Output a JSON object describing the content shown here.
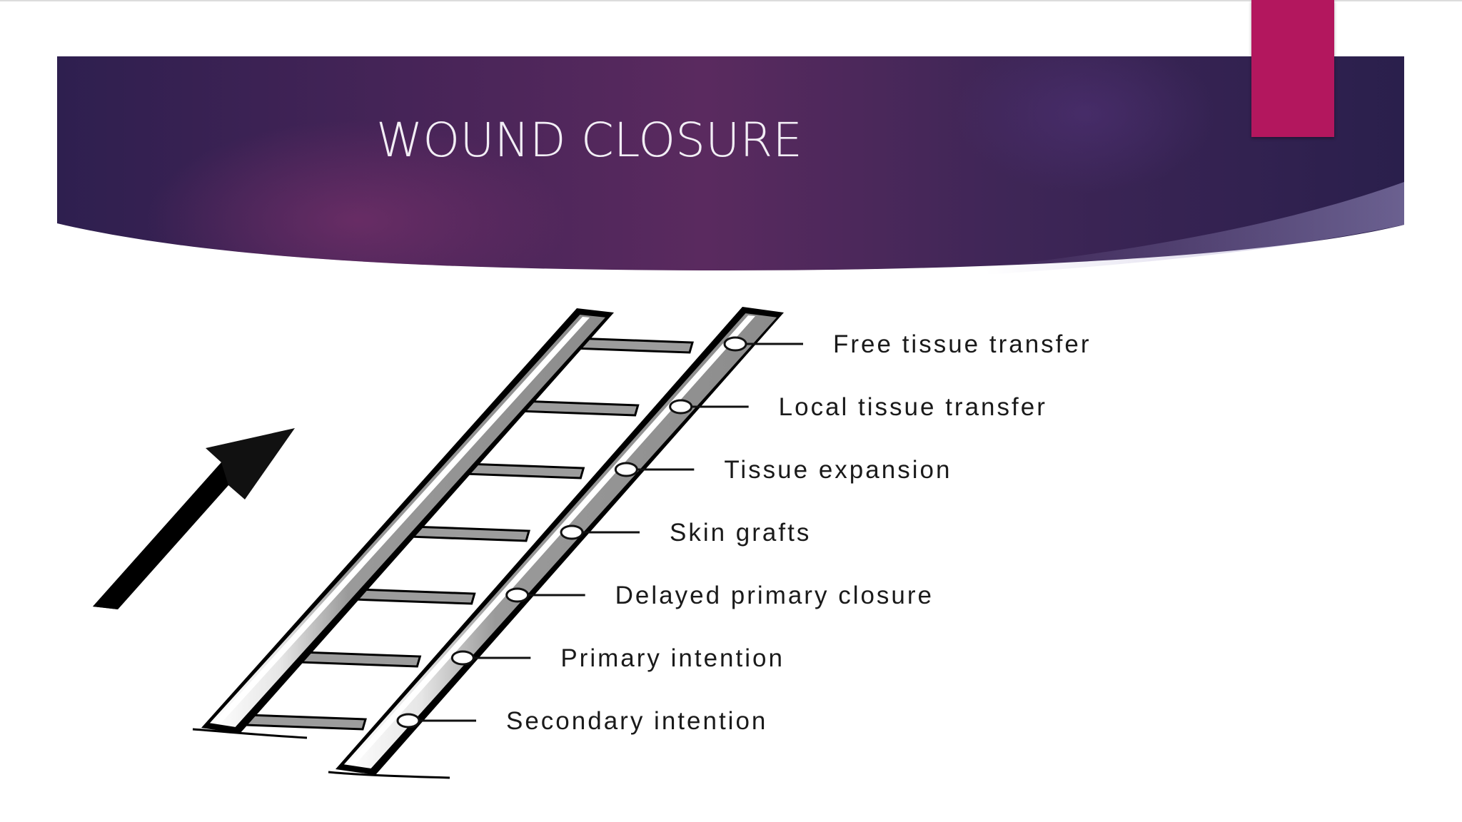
{
  "slide": {
    "title": "WOUND CLOSURE"
  },
  "ladder": {
    "direction_icon": "arrow-up-right-icon",
    "rungs": [
      "Free tissue transfer",
      "Local tissue transfer",
      "Tissue expansion",
      "Skin grafts",
      "Delayed primary closure",
      "Primary intention",
      "Secondary intention"
    ]
  },
  "colors": {
    "banner": "#4a2559",
    "accent": "#b3175e",
    "title_text": "#f2eef5"
  }
}
